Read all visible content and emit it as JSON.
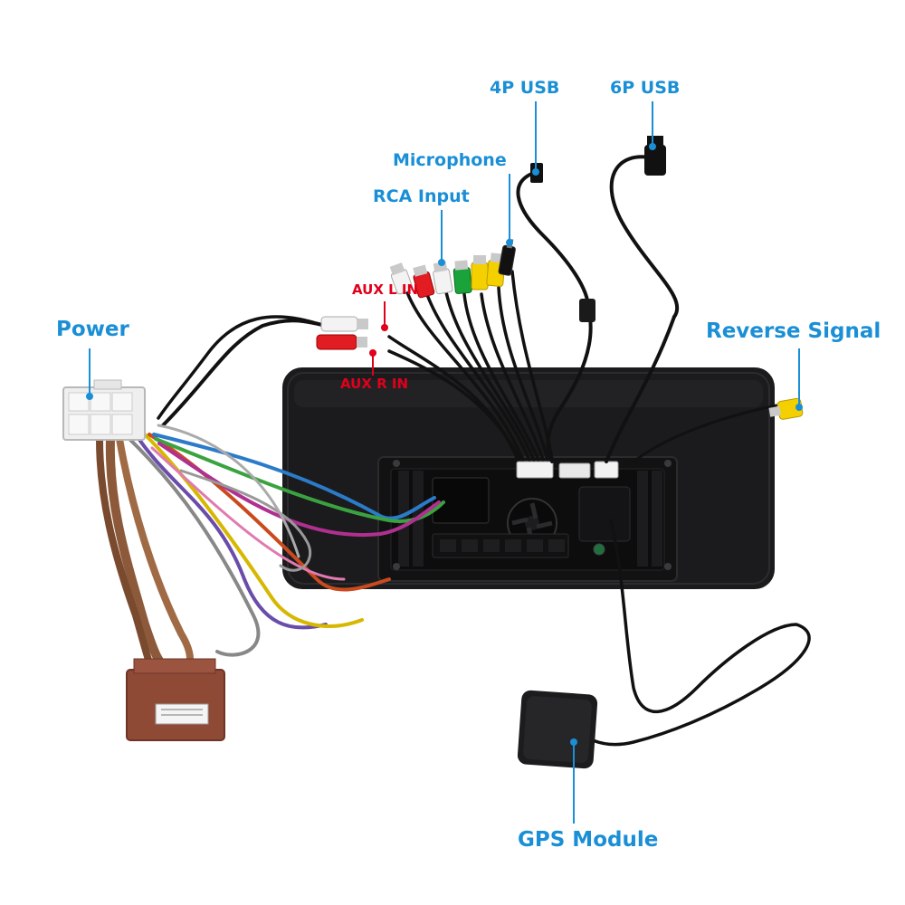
{
  "labels": {
    "power": "Power",
    "usb_4p": "4P USB",
    "usb_6p": "6P USB",
    "microphone": "Microphone",
    "rca_input": "RCA Input",
    "aux_l_in": "AUX L IN",
    "aux_r_in": "AUX R IN",
    "reverse_signal": "Reverse Signal",
    "gps_module": "GPS Module"
  },
  "colors": {
    "label_blue": "#1a8fd6",
    "label_red": "#e0001b",
    "pointer_blue": "#1a8fd6",
    "pointer_red": "#e0001b",
    "head_unit": "#1b1b1d",
    "power_connector": "#eeeeee",
    "iso_connector": "#8f4a36"
  }
}
